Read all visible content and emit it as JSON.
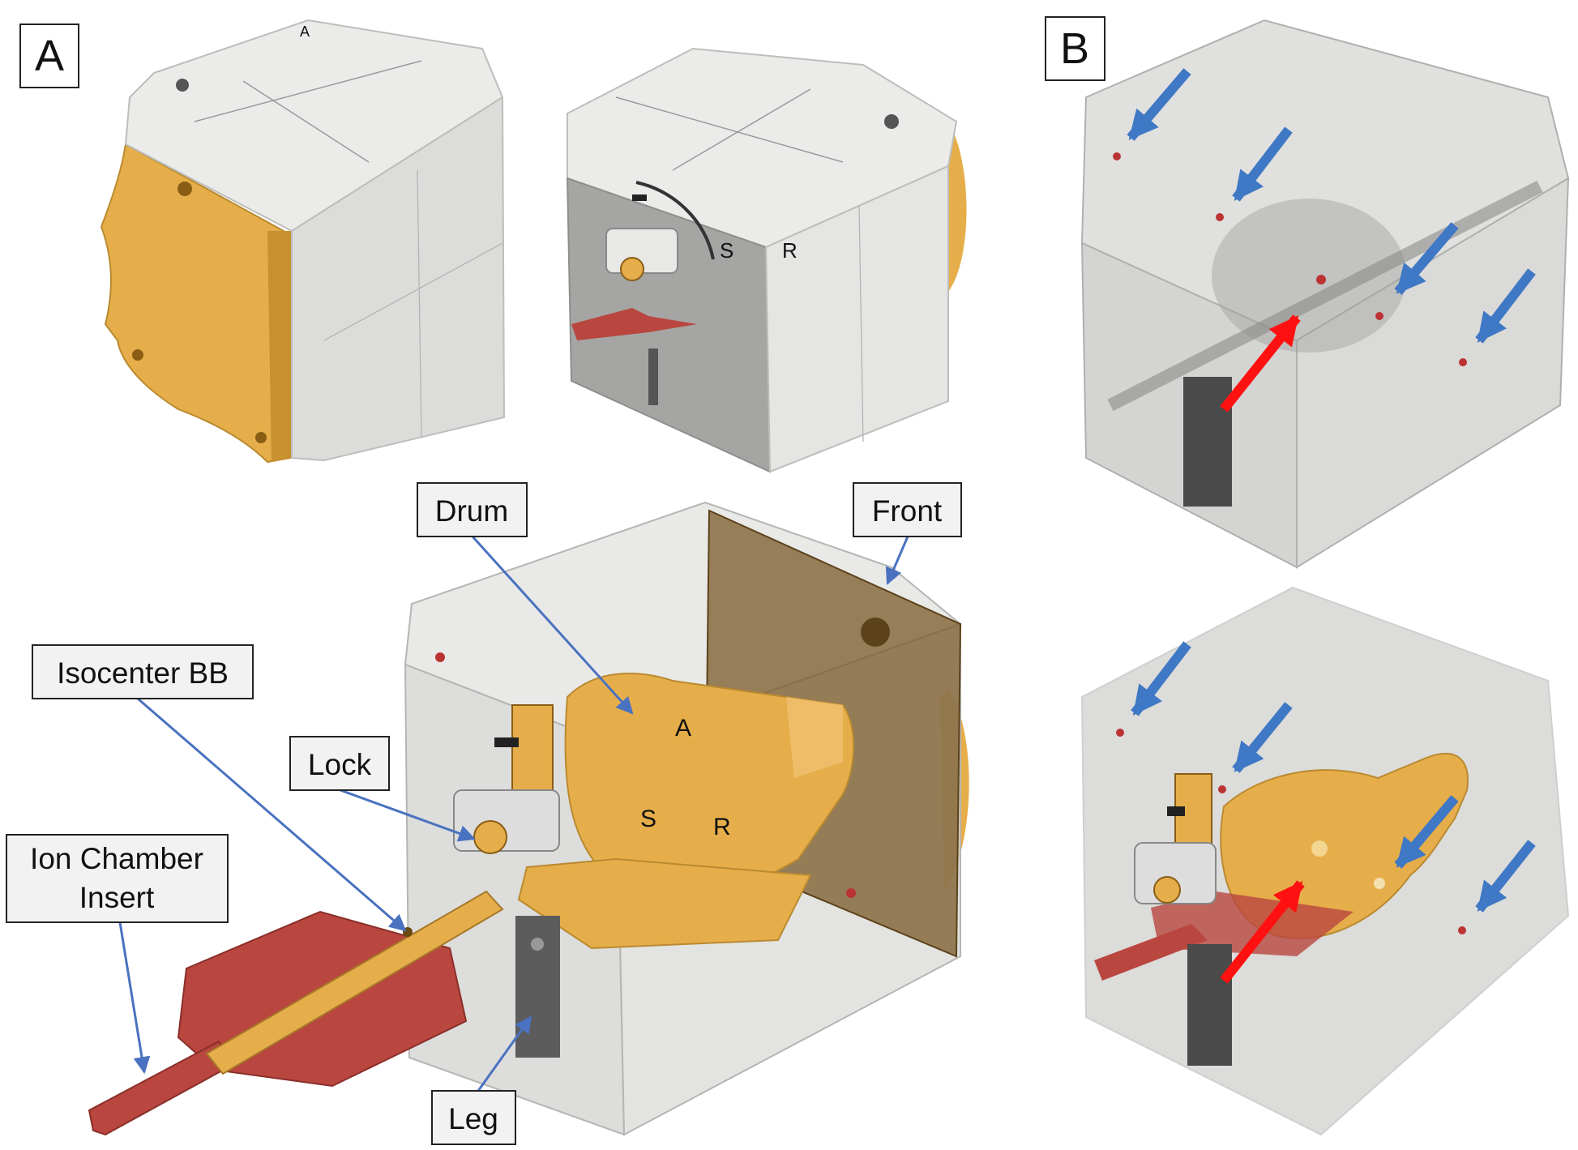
{
  "panels": {
    "a": "A",
    "b": "B"
  },
  "callouts": {
    "drum": "Drum",
    "front": "Front",
    "isocenter_bb": "Isocenter BB",
    "lock": "Lock",
    "ion_chamber_line1": "Ion Chamber",
    "ion_chamber_line2": "Insert",
    "leg": "Leg"
  },
  "engraved_letters": {
    "a_top": "A",
    "s": "S",
    "r": "R",
    "a_drum": "A",
    "s_drum": "S",
    "r_drum": "R"
  },
  "colors": {
    "cube_gray": "#e3e3e1",
    "cube_side": "#d6d6d4",
    "drum_gold": "#e6ae4a",
    "insert_red": "#b9463f",
    "leg_gray": "#5c5c5c",
    "bb_arrow_blue": "#3f78c4",
    "iso_arrow_red": "#ff1111",
    "callout_line": "#4a72c0"
  }
}
